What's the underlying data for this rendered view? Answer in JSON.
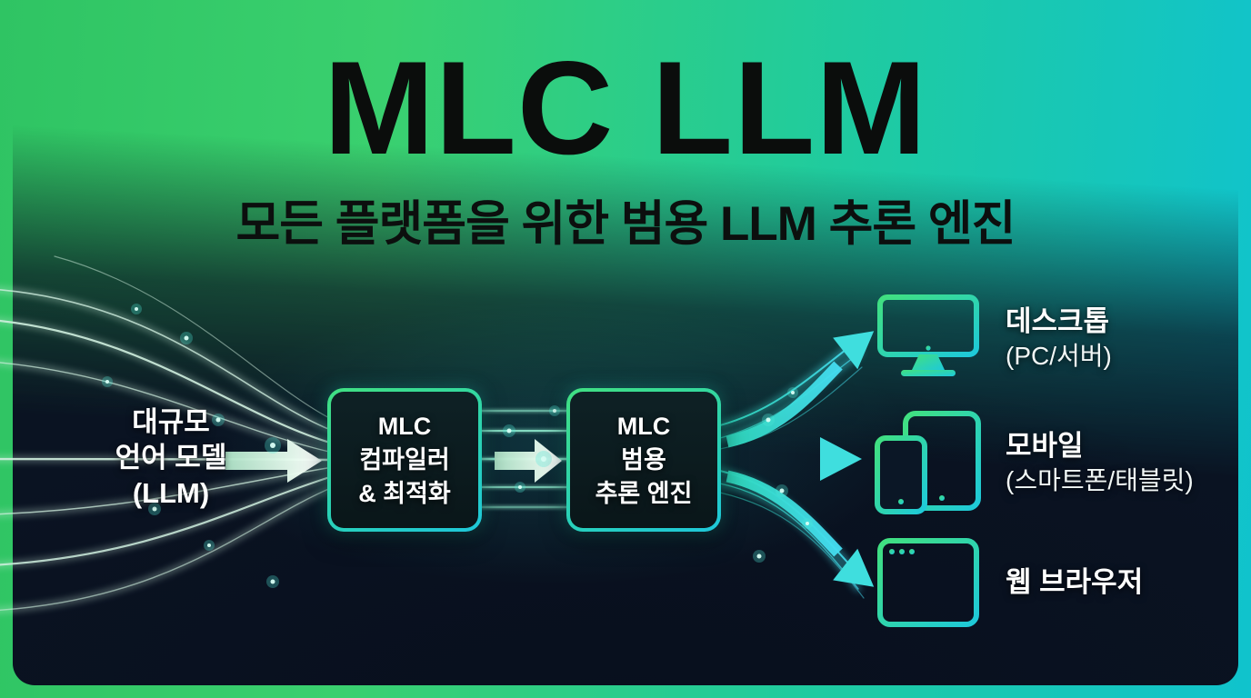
{
  "title": "MLC LLM",
  "subtitle": "모든 플랫폼을 위한 범용 LLM 추론 엔진",
  "flow": {
    "source": {
      "lines": [
        "대규모",
        "언어 모델",
        "(LLM)"
      ]
    },
    "stages": [
      {
        "name": "compiler",
        "lines": [
          "MLC",
          "컴파일러",
          "& 최적화"
        ]
      },
      {
        "name": "engine",
        "lines": [
          "MLC",
          "범용",
          "추론 엔진"
        ]
      }
    ],
    "targets": [
      {
        "icon": "desktop-icon",
        "label": "데스크톱",
        "sublabel": "(PC/서버)"
      },
      {
        "icon": "mobile-icon",
        "label": "모바일",
        "sublabel": "(스마트폰/태블릿)"
      },
      {
        "icon": "browser-icon",
        "label": "웹 브라우저",
        "sublabel": ""
      }
    ]
  },
  "colors": {
    "accent_green": "#2fc968",
    "accent_cyan": "#14c5cc",
    "panel_dark": "#0a1322",
    "stream_teal": "#3fe0d8",
    "title_text": "#0b0d0c",
    "light_text": "#ffffff"
  }
}
